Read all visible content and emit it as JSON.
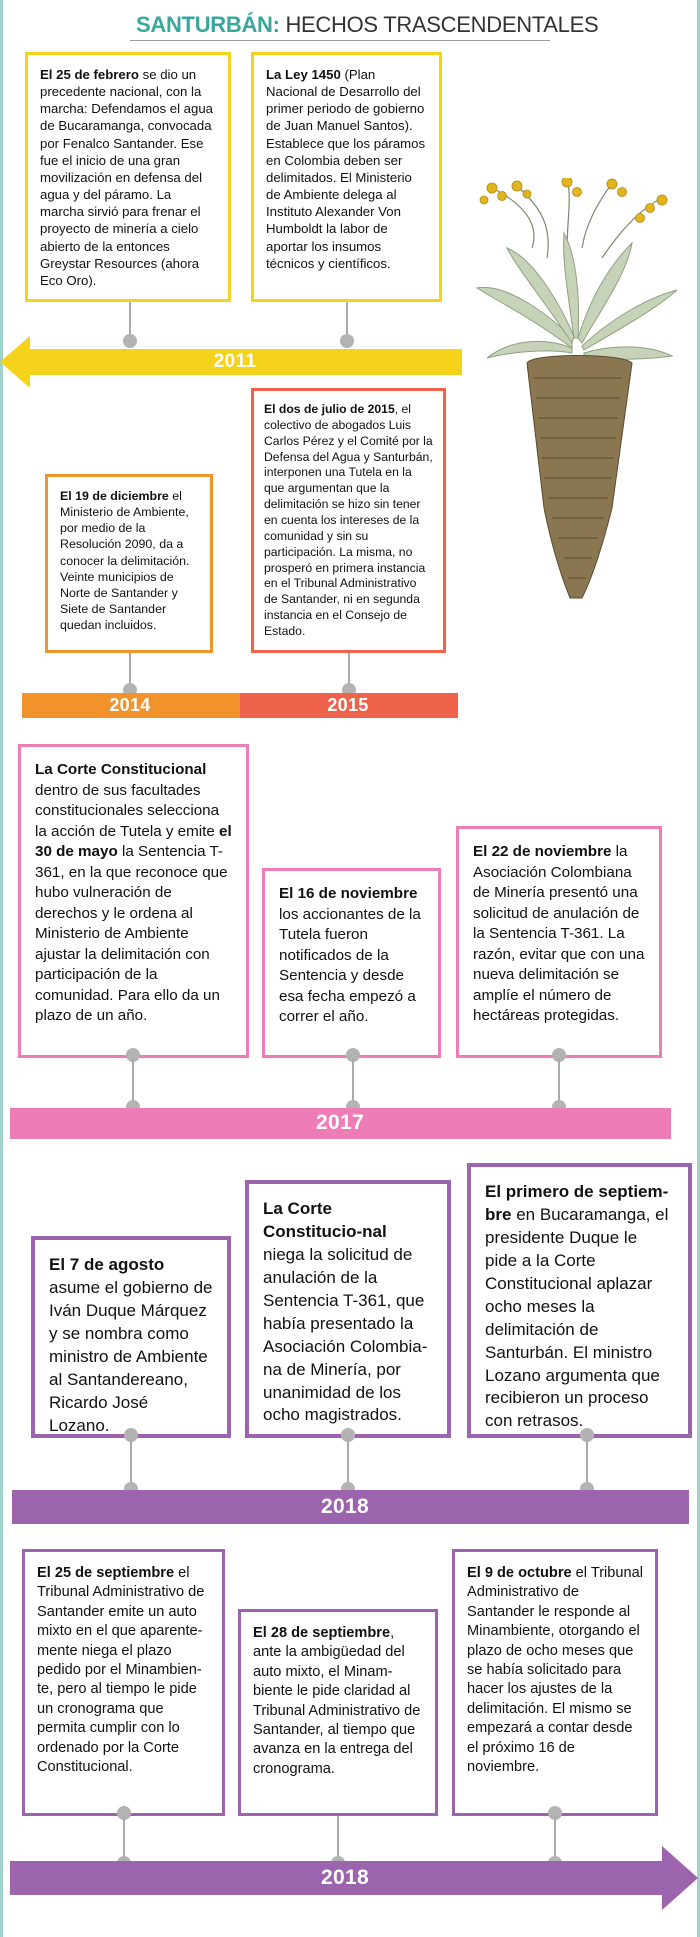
{
  "title": {
    "highlight": "SANTURBÁN:",
    "rest": " HECHOS TRASCENDENTALES"
  },
  "colors": {
    "yellow": "#f4d31a",
    "orange": "#f2922b",
    "coral": "#ef634c",
    "pink": "#ee7cb6",
    "purple": "#9d64ae",
    "teal": "#3aa79d"
  },
  "years": {
    "y2011": "2011",
    "y2014": "2014",
    "y2015": "2015",
    "y2017": "2017",
    "y2018a": "2018",
    "y2018b": "2018"
  },
  "events": {
    "feb_2011": {
      "bold": "El 25 de febrero",
      "text": " se dio un precedente nacional, con la marcha: Defendamos el agua de Bucaramanga, convocada por Fenalco Santander. Ese fue el inicio de una gran movilización en defensa del agua y del páramo. La marcha sirvió para frenar el proyecto de minería a cielo abierto de la entonces Greystar Resources (ahora Eco Oro)."
    },
    "ley_1450": {
      "bold": "La Ley 1450",
      "text": " (Plan Nacional de Desarrollo del primer periodo de gobierno de Juan Manuel Santos). Establece que los páramos en Colombia deben ser delimitados. El Ministerio de Ambiente delega al Instituto Alexander Von Humboldt la labor de aportar los insumos técnicos y científicos."
    },
    "dic_2014": {
      "bold": "El 19 de diciembre",
      "text": " el Ministerio de Ambiente, por medio de la Resolución 2090, da a conocer la delimitación. Veinte municipios de Norte de Santander y Siete de Santander quedan incluidos."
    },
    "jul_2015": {
      "bold": "El dos de julio de 2015",
      "text": ", el colectivo de abogados Luis Carlos Pérez y el Comité por la Defensa del Agua y Santurbán, interponen una Tutela en la que argumentan que la delimitación se hizo sin tener en cuenta los intereses de la comunidad y sin su participación. La misma, no prosperó en primera instancia en el Tribunal Administrativo de Santander, ni en segunda instancia en el Consejo de Estado."
    },
    "may_2017": {
      "bold1": "La Corte Constitucional",
      "text1": " dentro de sus facultades constitucionales selecciona la acción de Tutela y emite ",
      "bold2": "el 30 de mayo",
      "text2": " la Sentencia T-361, en la que reconoce que hubo vulneración de derechos y le ordena al Ministerio de Ambiente ajustar la delimitación con participación de la comunidad. Para ello da un plazo de un año."
    },
    "nov16_2017": {
      "bold": "El 16 de noviembre",
      "text": " los accionantes de la Tutela fueron notificados de la Sentencia y desde esa fecha empezó a correr el año."
    },
    "nov22_2017": {
      "bold": "El 22 de noviembre",
      "text": " la Asociación Colombiana de Minería presentó una solicitud de anulación de la Sentencia T-361. La razón, evitar que con una nueva delimitación se amplíe el número de hectáreas protegidas."
    },
    "ago_2018": {
      "bold": "El 7 de agosto",
      "text": " asume el gobierno de Iván Duque Márquez y se nombra como ministro de Ambiente al Santandereano, Ricardo José Lozano."
    },
    "corte_2018": {
      "bold": "La Corte Constitucio-nal",
      "text": " niega la solicitud de anulación de la Sentencia T-361, que había presentado la Asociación Colombia-na de Minería, por unanimidad de los ocho magistrados."
    },
    "sep1_2018": {
      "bold": "El primero de septiem-bre",
      "text": " en Bucaramanga, el presidente Duque le pide a la Corte Constitucional aplazar ocho meses la delimitación de Santurbán. El ministro Lozano argumenta que recibieron un proceso con retrasos."
    },
    "sep25_2018": {
      "bold": "El 25 de septiembre",
      "text": " el Tribunal Administrativo de Santander emite un auto mixto en el que aparente-mente niega el plazo pedido por el Minambien-te, pero al tiempo le pide un cronograma que permita cumplir con lo ordenado por la Corte Constitucional."
    },
    "sep28_2018": {
      "bold": "El 28 de septiembre",
      "text": ", ante la ambigüedad del auto mixto, el Minam-biente le pide claridad al Tribunal Administrativo de Santander, al tiempo que avanza en la entrega del cronograma."
    },
    "oct9_2018": {
      "bold": "El 9 de octubre",
      "text": " el Tribunal Administrativo de Santander le responde al Minambiente, otorgando el plazo de ocho meses que se había solicitado para hacer los ajustes de la delimitación. El mismo se empezará a contar desde el próximo 16 de noviembre."
    }
  }
}
